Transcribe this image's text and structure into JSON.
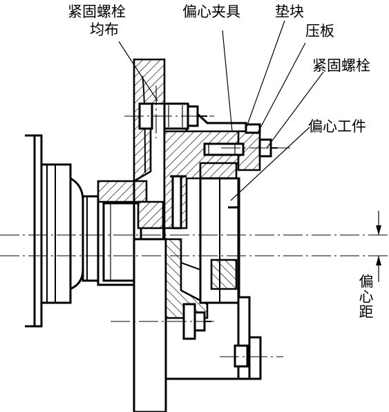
{
  "labels": {
    "bolts_evenly_line1": "紧固螺栓",
    "bolts_evenly_line2": "均布",
    "eccentric_fixture": "偏心夹具",
    "shim": "垫块",
    "pressure_plate": "压板",
    "clamping_bolt": "紧固螺栓",
    "eccentric_workpiece": "偏心工件",
    "eccentric_distance": "偏心距"
  }
}
